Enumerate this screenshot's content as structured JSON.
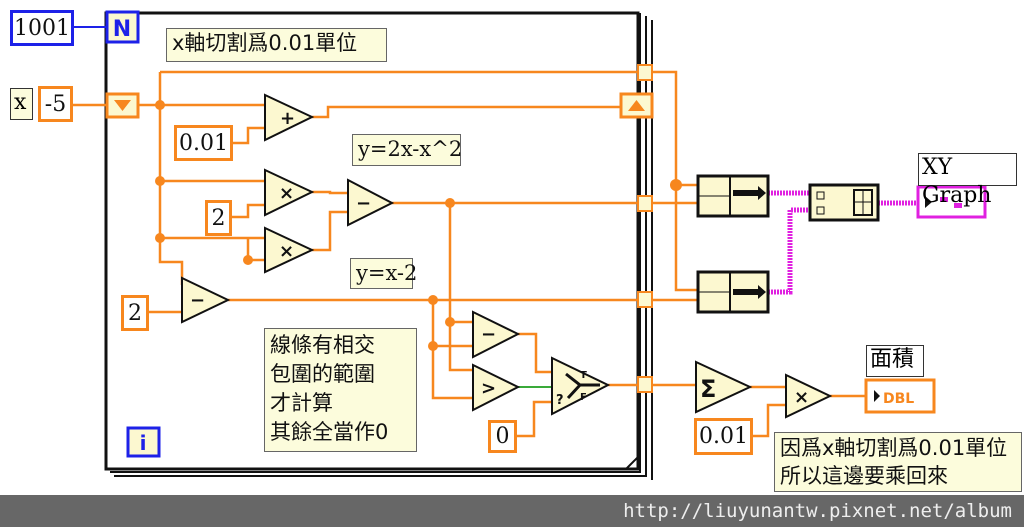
{
  "loop": {
    "count_constant": "1001",
    "count_terminal": "N",
    "iteration_terminal": "i"
  },
  "inputs": {
    "x_label": "x",
    "x_initial": "-5",
    "step_constant": "0.01",
    "two_constant_a": "2",
    "two_constant_b": "2",
    "zero_constant": "0",
    "scale_constant": "0.01"
  },
  "comments": {
    "step_note": "x軸切割爲0.01單位",
    "curve1": "y=2x-x^2",
    "curve2": "y=x-2",
    "intersect_note": "線條有相交\n包圍的範圍\n才計算\n其餘全當作0",
    "multiply_note": "因爲x軸切割爲0.01單位\n所以這邊要乘回來"
  },
  "nodes": {
    "add": "+",
    "multiply": "×",
    "subtract": "−",
    "greater": ">",
    "sum": "Σ",
    "select_true": "T",
    "select_false": "F",
    "select_q": "?"
  },
  "indicators": {
    "xy_graph_label": "XY Graph",
    "area_label": "面積",
    "area_type": "DBL"
  },
  "watermark": "http://liuyunantw.pixnet.net/album",
  "colors": {
    "numeric_wire": "#f7871e",
    "cluster_wire": "#e020e0",
    "loop_blue": "#1d21e8",
    "boolean_wire": "#3aaa3a",
    "node_fill": "#fcf8d0"
  }
}
